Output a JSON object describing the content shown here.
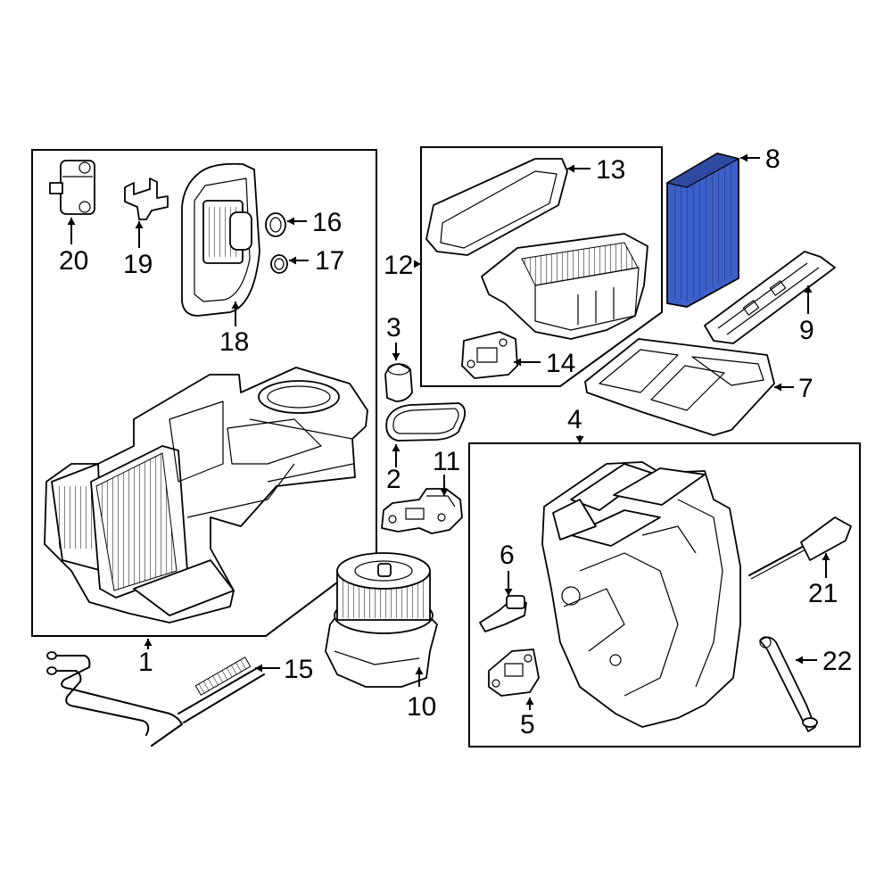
{
  "colors": {
    "highlight": "#3c5fc8",
    "line": "#000000",
    "background": "#ffffff"
  },
  "callouts": {
    "c1": "1",
    "c2": "2",
    "c3": "3",
    "c4": "4",
    "c5": "5",
    "c6": "6",
    "c7": "7",
    "c8": "8",
    "c9": "9",
    "c10": "10",
    "c11": "11",
    "c12": "12",
    "c13": "13",
    "c14": "14",
    "c15": "15",
    "c16": "16",
    "c17": "17",
    "c18": "18",
    "c19": "19",
    "c20": "20",
    "c21": "21",
    "c22": "22"
  }
}
